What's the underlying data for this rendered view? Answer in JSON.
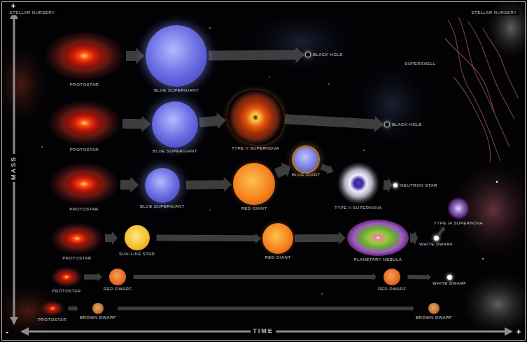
{
  "diagram": {
    "nodes": [
      {
        "text": [
          "PROTOSTAR"
        ]
      },
      {
        "text": [
          "BLUE SUPERGIANT"
        ]
      },
      {
        "text": [
          "BLACK HOLE"
        ]
      },
      {
        "text": [
          "SUPERSHELL"
        ]
      },
      {
        "text": [
          "PROTOSTAR"
        ]
      },
      {
        "text": [
          "BLUE SUPERGIANT"
        ]
      },
      {
        "text": [
          "TYPE II SUPERNOVA"
        ]
      },
      {
        "text": [
          "BLACK HOLE"
        ]
      },
      {
        "text": [
          "PROTOSTAR"
        ]
      },
      {
        "text": [
          "BLUE SUPERGIANT"
        ]
      },
      {
        "text": [
          "RED GIANT"
        ]
      },
      {
        "text": [
          "BLUE GIANT"
        ]
      },
      {
        "text": [
          "TYPE II SUPERNOVA"
        ]
      },
      {
        "text": [
          "NEUTRON STAR"
        ]
      },
      {
        "text": [
          "PROTOSTAR"
        ]
      },
      {
        "text": [
          "SUN-LIKE STAR"
        ]
      },
      {
        "text": [
          "RED GIANT"
        ]
      },
      {
        "text": [
          "PLANETARY NEBULA"
        ]
      },
      {
        "text": [
          "WHITE DWARF"
        ]
      },
      {
        "text": [
          "TYPE IA SUPERNOVA"
        ]
      },
      {
        "text": [
          "PROTOSTAR"
        ]
      },
      {
        "text": [
          "RED DWARF"
        ]
      },
      {
        "text": [
          "RED DWARF"
        ]
      },
      {
        "text": [
          "WHITE DWARF"
        ]
      },
      {
        "text": [
          "PROTOSTAR"
        ]
      },
      {
        "text": [
          "BROWN DWARF"
        ]
      },
      {
        "text": [
          "BROWN DWARF"
        ]
      }
    ],
    "edges": [
      {
        "from": 0,
        "to": 1,
        "arrow": "to"
      },
      {
        "from": 1,
        "to": 2,
        "arrow": "to"
      },
      {
        "from": 4,
        "to": 5,
        "arrow": "to"
      },
      {
        "from": 5,
        "to": 6,
        "arrow": "to"
      },
      {
        "from": 6,
        "to": 7,
        "arrow": "to"
      },
      {
        "from": 8,
        "to": 9,
        "arrow": "to"
      },
      {
        "from": 9,
        "to": 10,
        "arrow": "to"
      },
      {
        "from": 10,
        "to": 11,
        "arrow": "to"
      },
      {
        "from": 11,
        "to": 12,
        "arrow": "to"
      },
      {
        "from": 12,
        "to": 13,
        "arrow": "to"
      },
      {
        "from": 14,
        "to": 15,
        "arrow": "to"
      },
      {
        "from": 15,
        "to": 16,
        "arrow": "to"
      },
      {
        "from": 16,
        "to": 17,
        "arrow": "to"
      },
      {
        "from": 17,
        "to": 18,
        "arrow": "to"
      },
      {
        "from": 18,
        "to": 19,
        "arrow": "to"
      },
      {
        "from": 20,
        "to": 21,
        "arrow": "to"
      },
      {
        "from": 21,
        "to": 22,
        "arrow": "to"
      },
      {
        "from": 22,
        "to": 23,
        "arrow": "to"
      },
      {
        "from": 24,
        "to": 25,
        "arrow": "to"
      },
      {
        "from": 25,
        "to": 26,
        "arrow": "to"
      }
    ],
    "labels": [
      "STELLAR NURSERY",
      "STELLAR NURSERY",
      "+",
      "MASS",
      "TIME",
      "-",
      "+"
    ]
  }
}
